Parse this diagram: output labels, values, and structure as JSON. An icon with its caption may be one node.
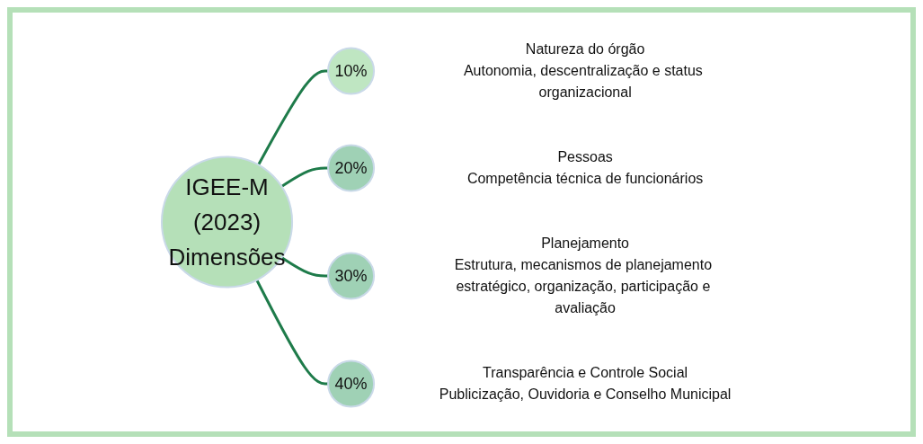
{
  "diagram": {
    "nodes": [
      {
        "text": [
          "IGEE-M",
          "(2023)",
          "Dimensões"
        ]
      },
      {
        "text": [
          "10%"
        ],
        "beside": [
          "Natureza do órgão",
          "Autonomia, descentralização e status organizacional"
        ]
      },
      {
        "text": [
          "20%"
        ],
        "beside": [
          "Pessoas",
          "Competência técnica de funcionários"
        ]
      },
      {
        "text": [
          "30%"
        ],
        "beside": [
          "Planejamento",
          "Estrutura, mecanismos de planejamento estratégico, organização, participação e avaliação"
        ]
      },
      {
        "text": [
          "40%"
        ],
        "beside": [
          "Transparência e Controle Social",
          "Publicização, Ouvidoria e Conselho Municipal"
        ]
      }
    ],
    "edges": [
      {
        "from": 0,
        "to": 1,
        "arrow": "none"
      },
      {
        "from": 0,
        "to": 2,
        "arrow": "none"
      },
      {
        "from": 0,
        "to": 3,
        "arrow": "none"
      },
      {
        "from": 0,
        "to": 4,
        "arrow": "none"
      }
    ]
  }
}
